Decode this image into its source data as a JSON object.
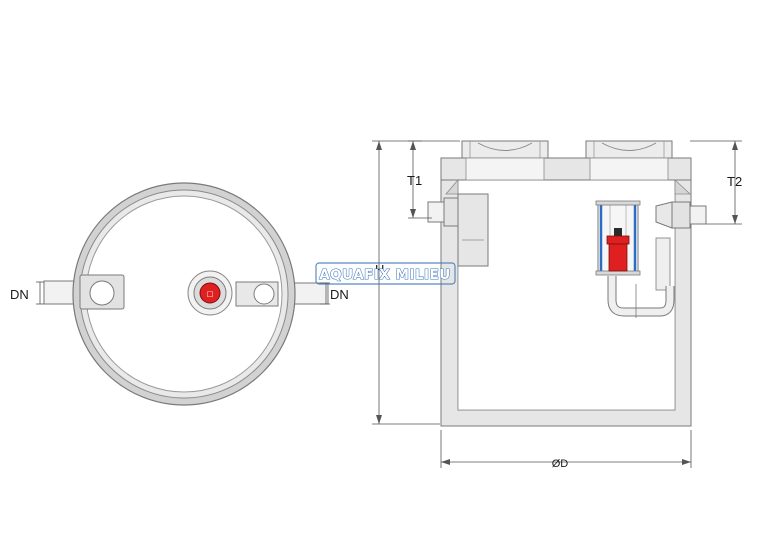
{
  "top_view": {
    "inlet_label": "DN",
    "outlet_label": "DN",
    "valve_mark": "□"
  },
  "section_view": {
    "height_label": "H",
    "diameter_label": "ØD",
    "t1_label": "T1",
    "t2_label": "T2"
  },
  "watermark": {
    "text": "AQUAFIX MILIEU"
  },
  "colors": {
    "outline": "#7a7a7a",
    "tank_fill": "#e6e6e6",
    "ring_fill": "#d2d2d2",
    "pipe_fill": "#f2f2f2",
    "float_red": "#e02020",
    "cage_blue": "#2b6cc4",
    "watermark_blue": "#3f78b8",
    "dimension_line": "#555555"
  }
}
